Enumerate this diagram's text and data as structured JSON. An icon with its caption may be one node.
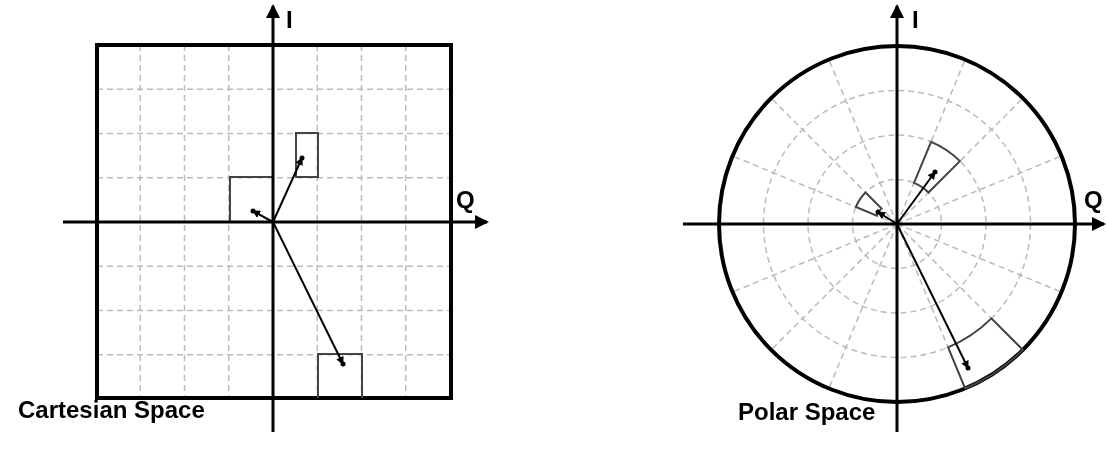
{
  "diagram": {
    "labels": [
      "I",
      "Q",
      "Cartesian Space",
      "I",
      "Q",
      "Polar Space"
    ]
  }
}
